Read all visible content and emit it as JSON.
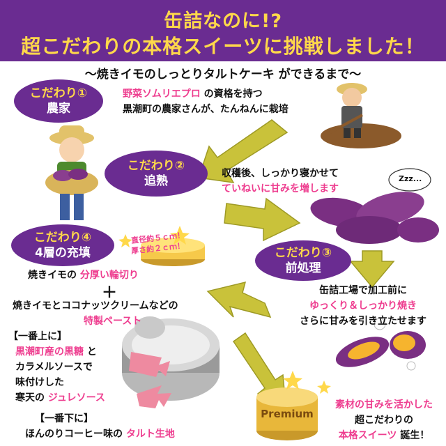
{
  "title_line1": "缶詰なのに!?",
  "title_line2": "超こだわりの本格スイーツに挑戦しました！",
  "subtitle": "～焼きイモのしっとりタルトケーキ ができるまで～",
  "step1": {
    "label": "こだわり①",
    "title": "農家",
    "line1_pink": "野菜ソムリエプロ",
    "line1_rest": " の資格を持つ",
    "line2": "黒潮町の農家さんが、たんねんに栽培"
  },
  "step2": {
    "label": "こだわり②",
    "title": "追熟",
    "line1": "収穫後、しっかり寝かせて",
    "line2_pink": "ていねいに甘みを増します"
  },
  "step3": {
    "label": "こだわり③",
    "title": "前処理",
    "line1": "缶詰工場で加工前に",
    "line2_pink": "ゆっくり＆しっかり焼き",
    "line3": "さらに甘みを引き立たせます"
  },
  "step4": {
    "label": "こだわり④",
    "title": "4層の充填",
    "line1_pre": "焼きイモの ",
    "line1_pink": "分厚い輪切り",
    "plus": "＋",
    "line2": "焼きイモとココナッツクリームなどの",
    "line3_pink": "特製ペースト"
  },
  "dims": {
    "diameter": "直径約５ｃｍ！",
    "thickness": "厚さ約２ｃｍ！"
  },
  "zzz": "Zzz...",
  "top_layer": {
    "head": "【一番上に】",
    "line1_pink": "黒潮町産の黒糖",
    "line1_rest": " と",
    "line2": "カラメルソースで",
    "line3": "味付けした",
    "line4_pre": "寒天の ",
    "line4_pink": "ジュレソース"
  },
  "bottom_layer": {
    "head": "【一番下に】",
    "line_pre": "ほんのりコーヒー味の ",
    "line_pink": "タルト生地"
  },
  "result": {
    "line1_pink": "素材の甘みを活かした",
    "line2": "超こだわりの",
    "line3_pink": "本格スイーツ",
    "line3_rest": " 誕生！"
  },
  "can_label": "Premium",
  "colors": {
    "purple": "#6a2c91",
    "yellow": "#ffd84a",
    "pink": "#ee3d8f",
    "arrow": "#c9c23a"
  }
}
